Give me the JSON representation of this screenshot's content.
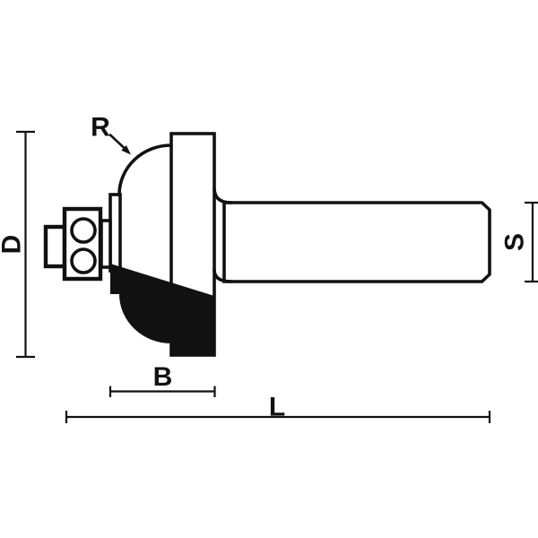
{
  "diagram": {
    "kind": "router-bit-technical-drawing",
    "labels": {
      "radius": "R",
      "diameter": "D",
      "shank": "S",
      "cutting_length": "B",
      "overall_length": "L"
    },
    "colors": {
      "ink": "#111111",
      "paper": "#ffffff",
      "cutter_fill": "#111111"
    }
  }
}
